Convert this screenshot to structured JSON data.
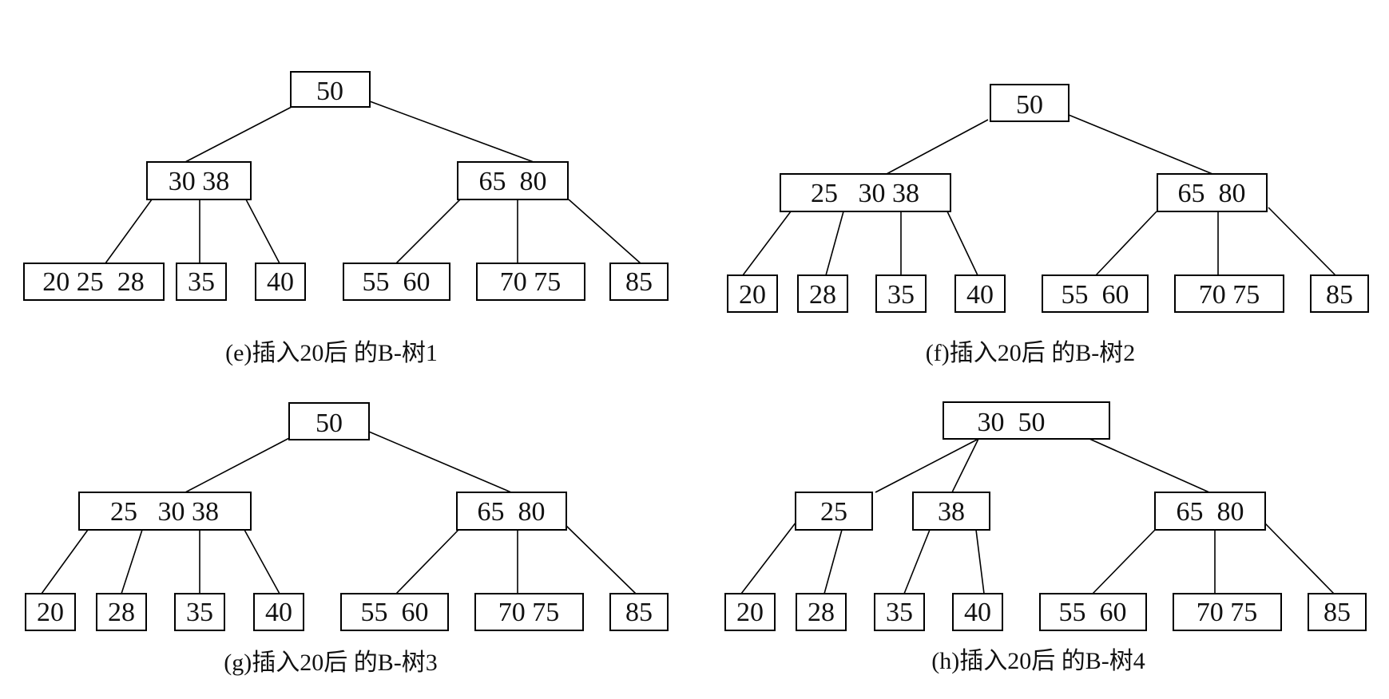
{
  "diagrams": [
    {
      "caption": "(e)插入20后 的B-树1",
      "root": [
        "50"
      ],
      "internal": [
        [
          "30 38"
        ],
        [
          "65  80"
        ]
      ],
      "leaves": [
        "20 25  28",
        "35",
        "40",
        "55  60",
        "70 75",
        "85"
      ]
    },
    {
      "caption": "(f)插入20后 的B-树2",
      "root": [
        "50"
      ],
      "internal": [
        [
          "25   30 38"
        ],
        [
          "65  80"
        ]
      ],
      "leaves": [
        "20",
        "28",
        "35",
        "40",
        "55  60",
        "70 75",
        "85"
      ]
    },
    {
      "caption": "(g)插入20后 的B-树3",
      "root": [
        "50"
      ],
      "internal": [
        [
          "25   30 38"
        ],
        [
          "65  80"
        ]
      ],
      "leaves": [
        "20",
        "28",
        "35",
        "40",
        "55  60",
        "70 75",
        "85"
      ]
    },
    {
      "caption": "(h)插入20后 的B-树4",
      "root": [
        "30  50"
      ],
      "internal": [
        [
          "25"
        ],
        [
          "38"
        ],
        [
          "65  80"
        ]
      ],
      "leaves": [
        "20",
        "28",
        "35",
        "40",
        "55  60",
        "70 75",
        "85"
      ]
    }
  ]
}
